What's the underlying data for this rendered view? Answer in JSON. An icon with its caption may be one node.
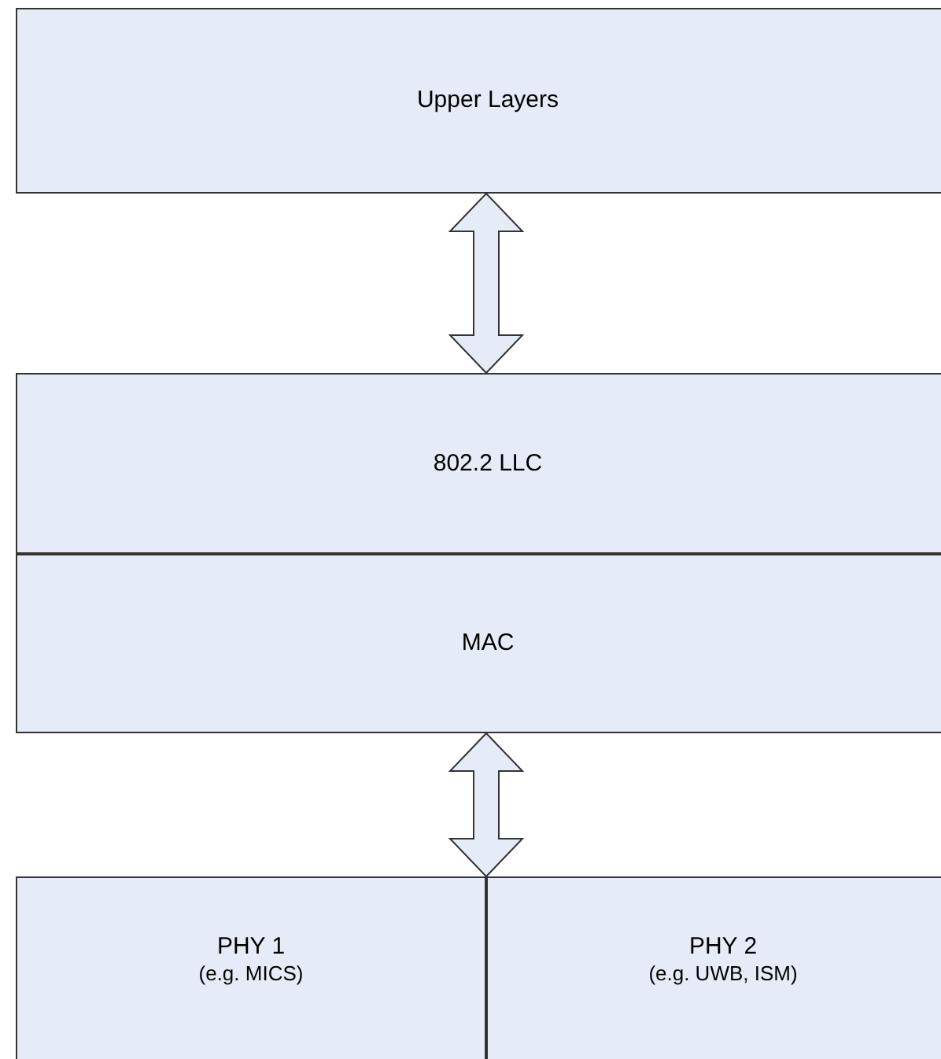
{
  "diagram": {
    "nodes": [
      {
        "text": [
          "Upper Layers"
        ]
      },
      {
        "text": [
          "802.2 LLC"
        ]
      },
      {
        "text": [
          "MAC"
        ]
      },
      {
        "text": [
          "PHY 1",
          "(e.g. MICS)"
        ]
      },
      {
        "text": [
          "PHY 2",
          "(e.g. UWB, ISM)"
        ]
      }
    ],
    "edges": [
      {
        "from": 0,
        "to": 1,
        "arrow": "both"
      },
      {
        "from": 2,
        "to": 3,
        "arrow": "both"
      },
      {
        "from": 2,
        "to": 4,
        "arrow": "both"
      }
    ]
  }
}
